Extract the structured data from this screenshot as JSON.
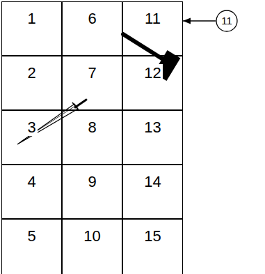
{
  "diagram": {
    "nodes": [
      {
        "text": [
          "1"
        ]
      },
      {
        "text": [
          "6"
        ]
      },
      {
        "text": [
          "11"
        ]
      },
      {
        "text": [
          "11"
        ]
      },
      {
        "text": [
          "2"
        ]
      },
      {
        "text": [
          "7"
        ]
      },
      {
        "text": [
          "12"
        ]
      },
      {
        "text": [
          "3"
        ]
      },
      {
        "text": [
          "8"
        ]
      },
      {
        "text": [
          "13"
        ]
      },
      {
        "text": [
          "4"
        ]
      },
      {
        "text": [
          "9"
        ]
      },
      {
        "text": [
          "14"
        ]
      },
      {
        "text": [
          "5"
        ]
      },
      {
        "text": [
          "10"
        ]
      },
      {
        "text": [
          "15"
        ]
      }
    ],
    "edges": [
      {
        "from": 3,
        "to": 2,
        "arrow": "to"
      }
    ]
  }
}
